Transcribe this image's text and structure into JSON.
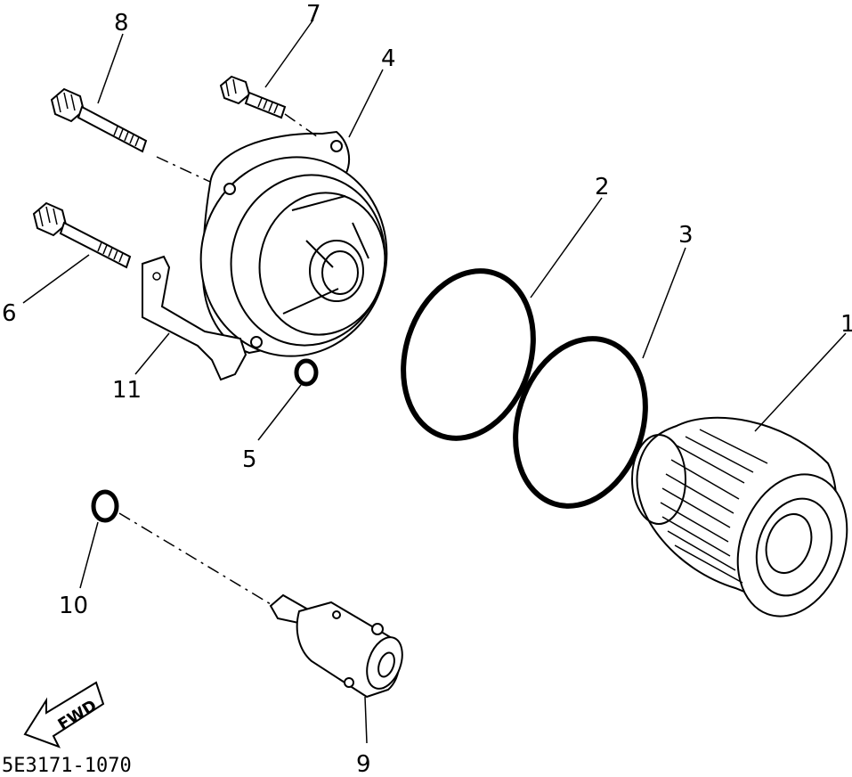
{
  "callouts": {
    "c1": "1",
    "c2": "2",
    "c3": "3",
    "c4": "4",
    "c5": "5",
    "c6": "6",
    "c7": "7",
    "c8": "8",
    "c9": "9",
    "c10": "10",
    "c11": "11"
  },
  "fwd_label": "FWD",
  "drawing_code": "5E3171-1070"
}
